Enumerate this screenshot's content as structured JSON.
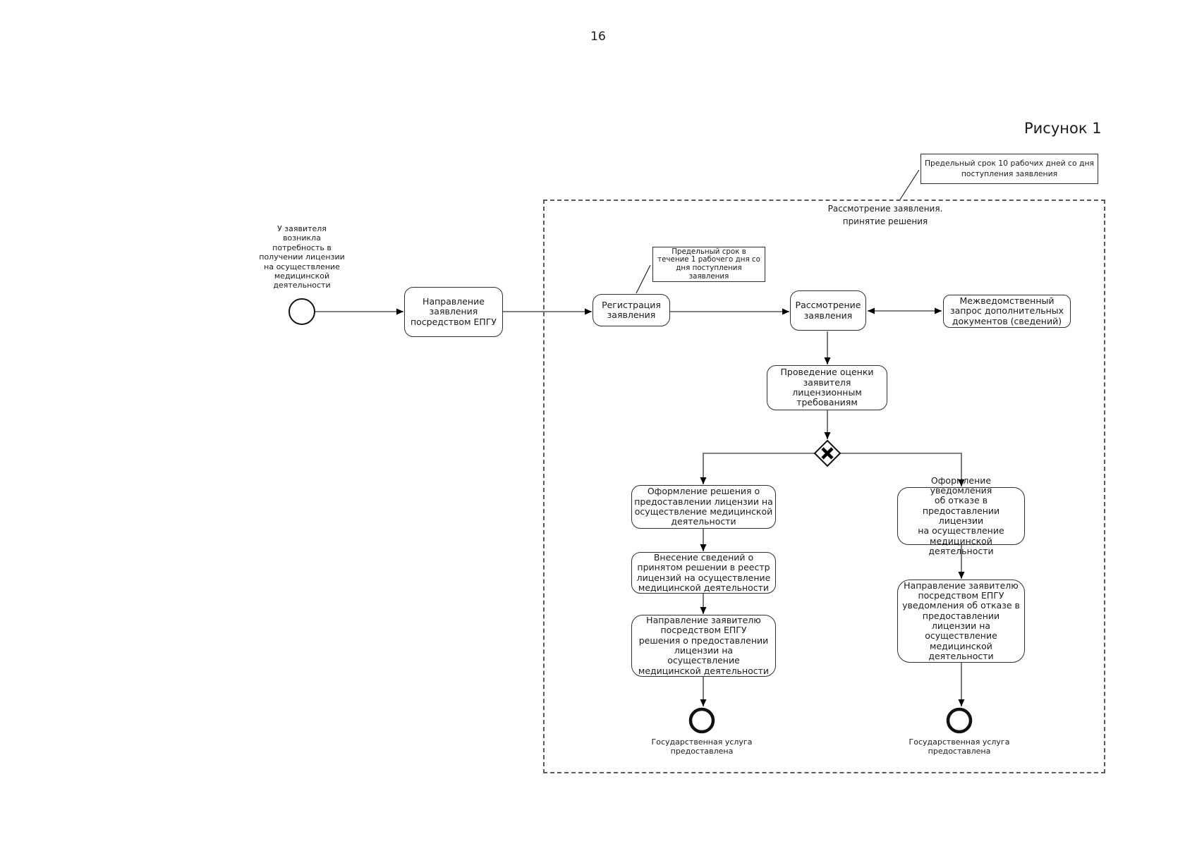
{
  "page": {
    "number": "16"
  },
  "figure": {
    "caption": "Рисунок 1"
  },
  "subprocess": {
    "label": "Рассмотрение заявления.\nпринятие решения"
  },
  "annotations": {
    "deadline_10_days": "Предельный срок 10 рабочих дней со дня\nпоступления заявления",
    "deadline_1_day": "Предельный срок в\nтечение 1 рабочего дня со\nдня поступления\nзаявления"
  },
  "events": {
    "start": {
      "label": "У заявителя\nвозникла\nпотребность в\nполучении лицензии\nна осуществление\nмедицинской\nдеятельности"
    },
    "end_granted": {
      "label": "Государственная услуга\nпредоставлена"
    },
    "end_refused": {
      "label": "Государственная услуга\nпредоставлена"
    }
  },
  "tasks": {
    "send_application": "Направление\nзаявления\nпосредством ЕПГУ",
    "register_application": "Регистрация\nзаявления",
    "review_application": "Рассмотрение\nзаявления",
    "interagency_request": "Межведомственный\nзапрос дополнительных\nдокументов (сведений)",
    "assess_applicant": "Проведение оценки\nзаявителя\nлицензионным\nтребованиям",
    "issue_decision": "Оформление решения о\nпредоставлении лицензии на\nосуществление медицинской\nдеятельности",
    "register_decision": "Внесение сведений о\nпринятом решении в реестр\nлицензий на осуществление\nмедицинской деятельности",
    "send_decision": "Направление заявителю\nпосредством ЕПГУ\nрешения о предоставлении\nлицензии на\nосуществление\nмедицинской деятельности",
    "issue_refusal": "Оформление уведомления\nоб отказе в\nпредоставлении лицензии\nна осуществление\nмедицинской деятельности",
    "send_refusal": "Направление заявителю\nпосредством ЕПГУ\nуведомления об отказе в\nпредоставлении\nлицензии на\nосуществление\nмедицинской\nдеятельности"
  },
  "gateway": {
    "type": "exclusive",
    "symbol": "X"
  }
}
